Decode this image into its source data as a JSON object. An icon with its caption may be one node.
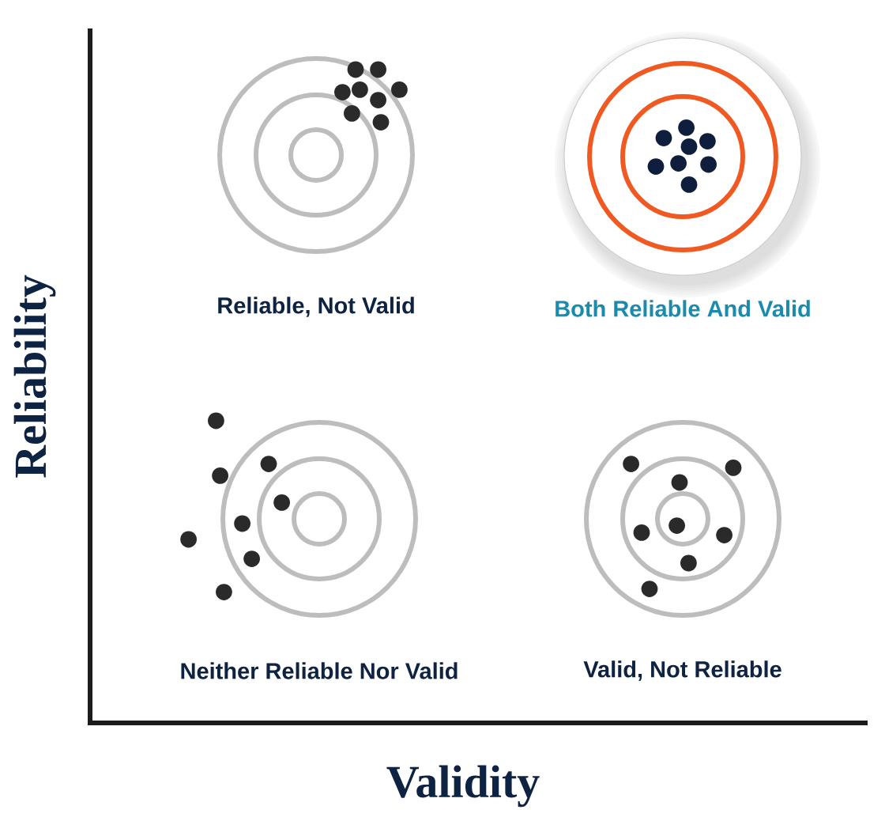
{
  "diagram": {
    "nodes": [
      {
        "text": [
          "Reliable, Not Valid"
        ]
      },
      {
        "text": [
          "Both Reliable And Valid"
        ]
      },
      {
        "text": [
          "Neither Reliable Nor Valid"
        ]
      },
      {
        "text": [
          "Valid, Not Reliable"
        ]
      }
    ],
    "labels": [
      "Reliability",
      "Validity"
    ]
  }
}
